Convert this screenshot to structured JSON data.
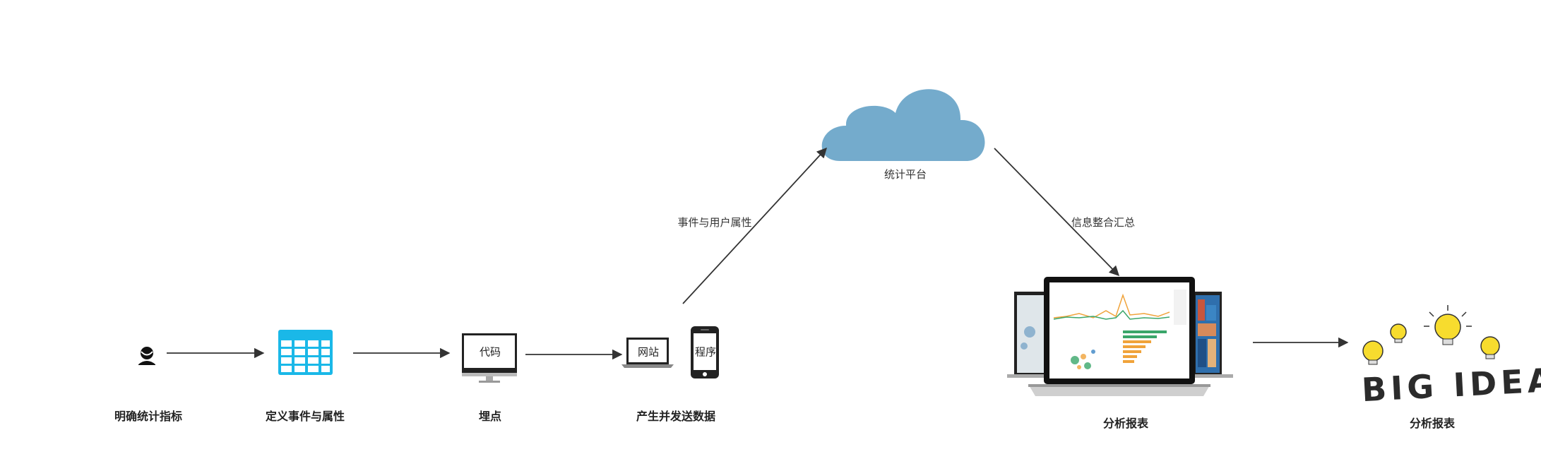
{
  "stages": {
    "define_metrics": "明确统计指标",
    "define_events": "定义事件与属性",
    "tracking": "埋点",
    "send_data": "产生并发送数据",
    "report": "分析报表",
    "idea": "分析报表"
  },
  "boxes": {
    "code": "代码",
    "website": "网站",
    "app": "程序"
  },
  "cloud_label": "统计平台",
  "edges": {
    "up": "事件与用户属性",
    "down": "信息整合汇总"
  },
  "big_idea_text": "BIG IDEA",
  "colors": {
    "cloud": "#74abcc",
    "table": "#1ab8e8",
    "bulb": "#f7dc2e",
    "arrow": "#333333",
    "bar_green": "#3aa66a",
    "bar_orange": "#f0a33a"
  }
}
